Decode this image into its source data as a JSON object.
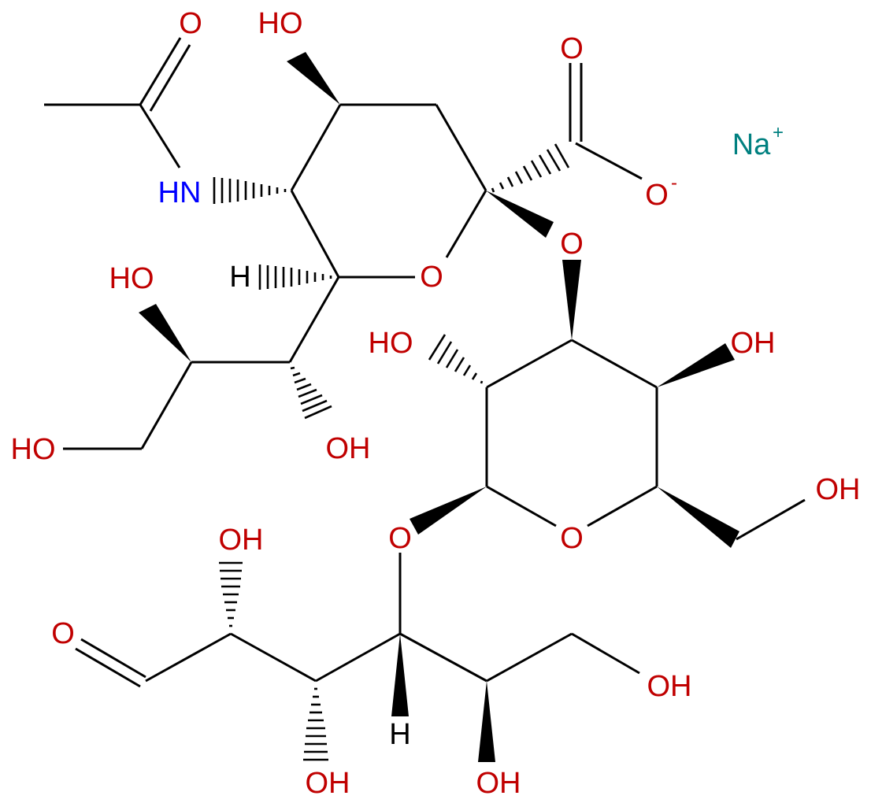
{
  "structure": {
    "labels": {
      "o_acetyl": "O",
      "hn": "HN",
      "oh_c4": "HO",
      "o_carbox": "O",
      "o_minus": "O",
      "minus_sign": "-",
      "na": "Na",
      "plus_sign": "+",
      "o_ring1": "O",
      "h_c6": "H",
      "oh_c8": "HO",
      "oh_c9": "HO",
      "oh_c7": "OH",
      "o_link1": "O",
      "oh_gal2": "HO",
      "oh_gal4": "OH",
      "oh_gal6": "OH",
      "o_ring2": "O",
      "o_link2": "O",
      "oh_glc2": "OH",
      "o_aldehyde": "O",
      "oh_glc3": "OH",
      "h_glc4": "H",
      "oh_glc5": "OH",
      "oh_glc6": "OH"
    },
    "colors": {
      "bond": "#000000",
      "oxygen": "#C00000",
      "nitrogen": "#0000FF",
      "sodium": "#008080"
    }
  }
}
